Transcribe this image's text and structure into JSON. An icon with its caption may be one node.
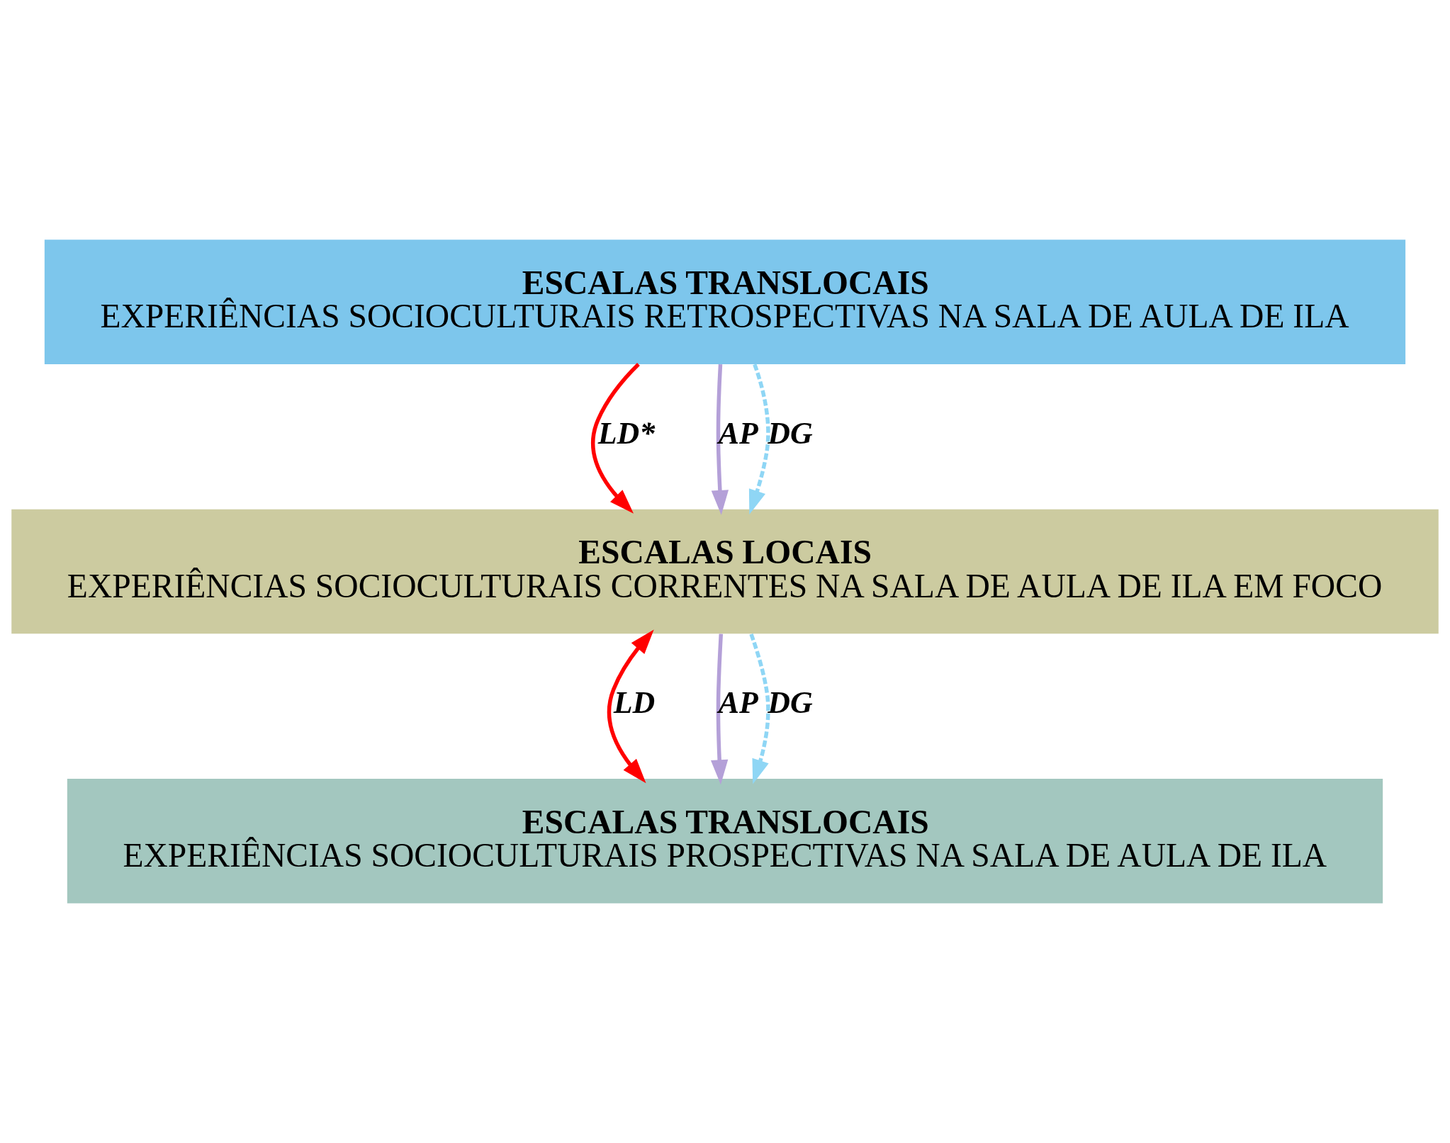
{
  "diagram": {
    "nodes": [
      {
        "text": [
          "ESCALAS TRANSLOCAIS",
          "EXPERIÊNCIAS SOCIOCULTURAIS RETROSPECTIVAS NA SALA DE AULA DE ILA"
        ]
      },
      {
        "text": [
          "ESCALAS LOCAIS",
          "EXPERIÊNCIAS SOCIOCULTURAIS CORRENTES NA SALA DE AULA DE ILA EM FOCO"
        ]
      },
      {
        "text": [
          "ESCALAS TRANSLOCAIS",
          "EXPERIÊNCIAS SOCIOCULTURAIS PROSPECTIVAS NA SALA DE AULA DE ILA"
        ]
      }
    ],
    "edges": [
      {
        "from": 0,
        "to": 1,
        "arrow": "to",
        "label": "LD*",
        "color": "#ff0000"
      },
      {
        "from": 0,
        "to": 1,
        "arrow": "to",
        "label": "AP",
        "color": "#b4a0d8"
      },
      {
        "from": 0,
        "to": 1,
        "arrow": "to",
        "label": "DG",
        "style": "dashed",
        "color": "#8fd6f5"
      },
      {
        "from": 1,
        "to": 2,
        "arrow": "both",
        "label": "LD",
        "color": "#ff0000"
      },
      {
        "from": 1,
        "to": 2,
        "arrow": "to",
        "label": "AP",
        "color": "#b4a0d8"
      },
      {
        "from": 1,
        "to": 2,
        "arrow": "to",
        "label": "DG",
        "style": "dashed",
        "color": "#8fd6f5"
      }
    ]
  }
}
